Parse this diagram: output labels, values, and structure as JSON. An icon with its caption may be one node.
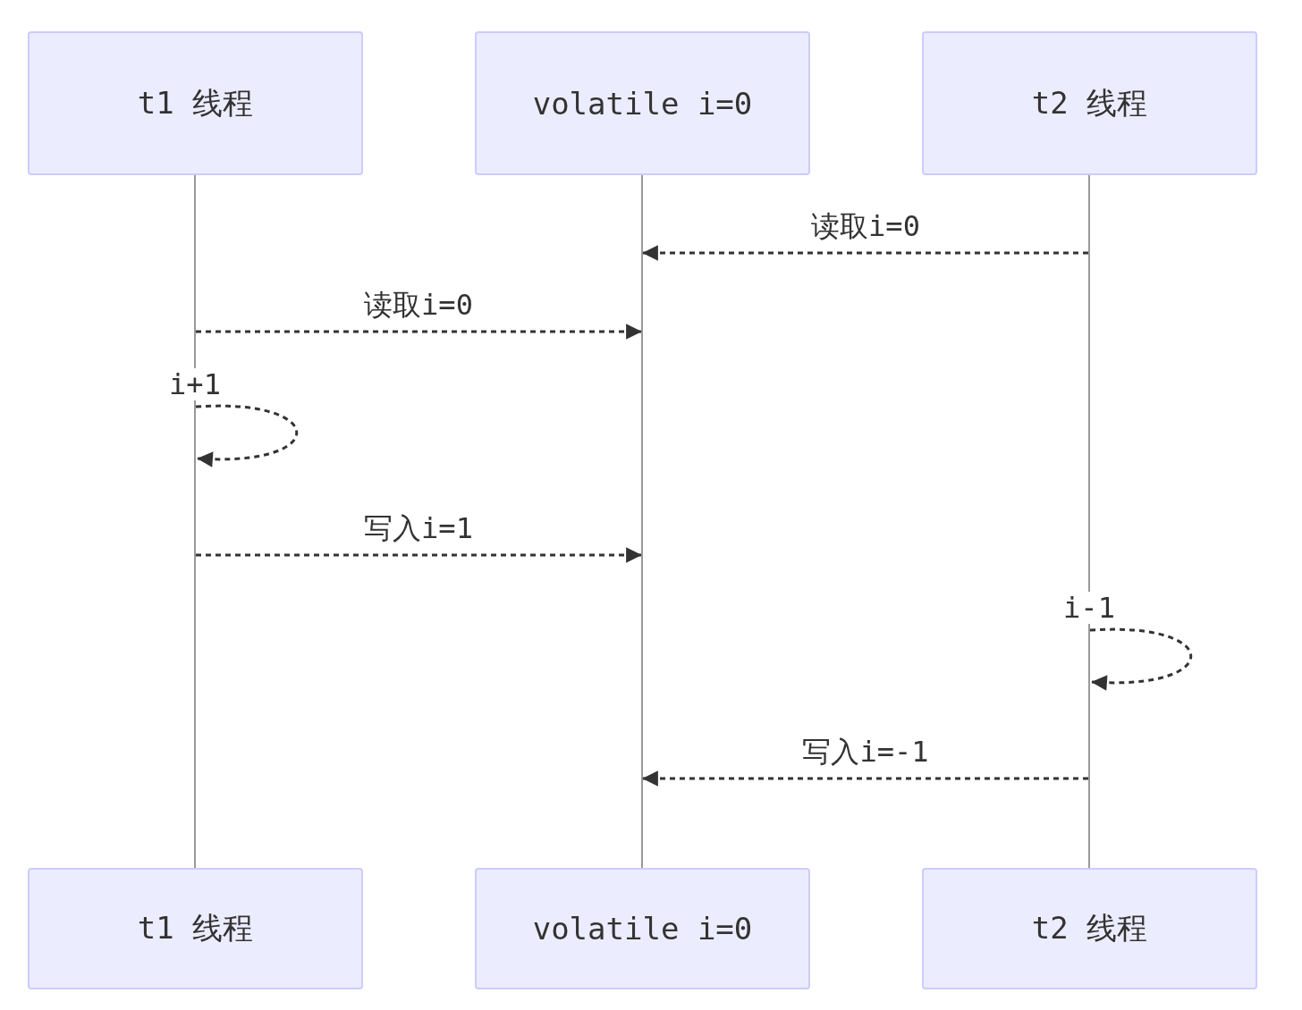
{
  "diagram": {
    "nodes": [
      {
        "text": [
          "t1 线程"
        ]
      },
      {
        "text": [
          "volatile i=0"
        ]
      },
      {
        "text": [
          "t2 线程"
        ]
      },
      {
        "text": [],
        "shape": "bar"
      },
      {
        "text": [],
        "shape": "bar"
      },
      {
        "text": [],
        "shape": "bar"
      },
      {
        "text": [
          "t1 线程"
        ]
      },
      {
        "text": [
          "volatile i=0"
        ]
      },
      {
        "text": [
          "t2 线程"
        ]
      }
    ],
    "edges": [
      {
        "from": 5,
        "to": 4,
        "arrow": "to",
        "label": "读取i=0",
        "style": "dashed"
      },
      {
        "from": 3,
        "to": 4,
        "arrow": "to",
        "label": "读取i=0",
        "style": "dashed"
      },
      {
        "from": 3,
        "to": 3,
        "arrow": "to",
        "label": "i+1",
        "style": "dashed"
      },
      {
        "from": 3,
        "to": 4,
        "arrow": "to",
        "label": "写入i=1",
        "style": "dashed"
      },
      {
        "from": 5,
        "to": 5,
        "arrow": "to",
        "label": "i-1",
        "style": "dashed"
      },
      {
        "from": 5,
        "to": 4,
        "arrow": "to",
        "label": "写入i=-1",
        "style": "dashed"
      }
    ]
  }
}
